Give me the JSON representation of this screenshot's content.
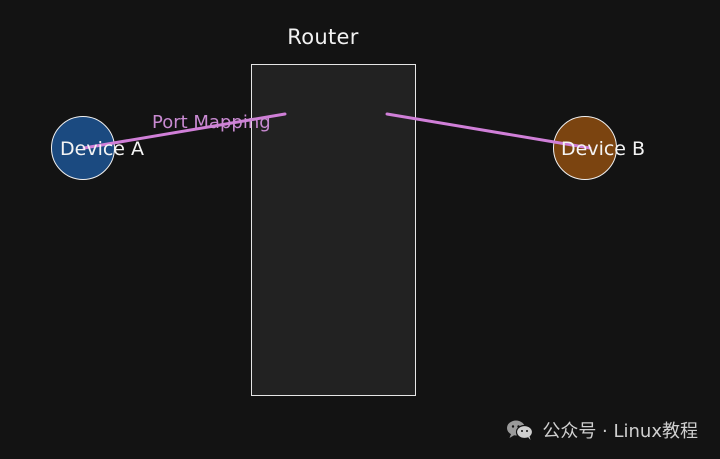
{
  "diagram": {
    "router": {
      "label": "Router"
    },
    "device_a": {
      "label": "Device A",
      "color": "#1b4a80"
    },
    "device_b": {
      "label": "Device B",
      "color": "#7b4410"
    },
    "connection": {
      "label": "Port Mapping",
      "color": "#d07fd8"
    }
  },
  "watermark": {
    "icon": "wechat-icon",
    "text": "公众号 · Linux教程"
  }
}
